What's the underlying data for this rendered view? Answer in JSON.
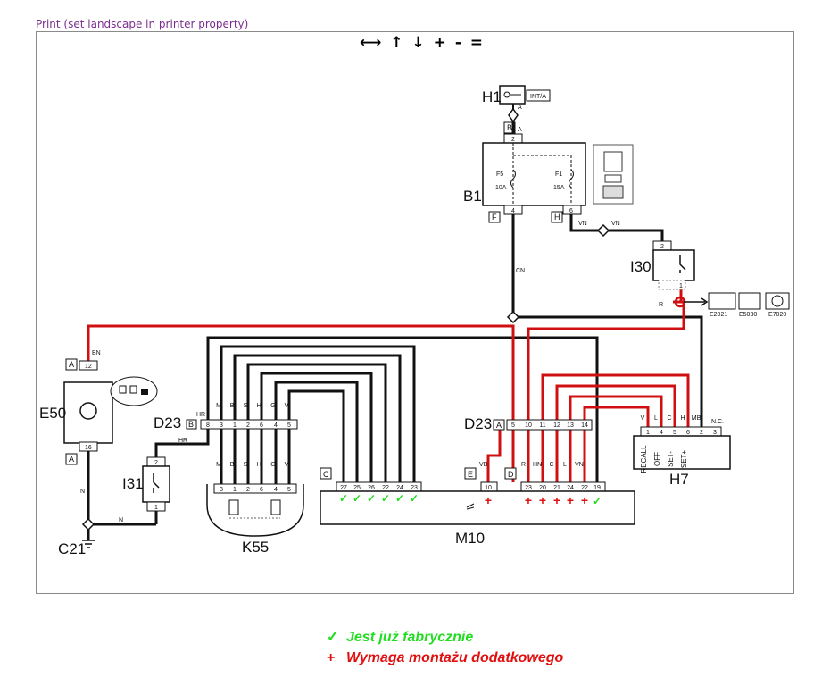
{
  "print_link": "Print (set landscape in printer property)",
  "nav": {
    "left_right": "⟷",
    "up": "↑",
    "down": "↓",
    "plus": "+",
    "minus": "-",
    "equals": "="
  },
  "components": {
    "h1": "H1",
    "h1_tag": "INT/A",
    "b1": "B1",
    "i30": "I30",
    "e50": "E50",
    "i31": "I31",
    "c21": "C21",
    "k55": "K55",
    "m10": "M10",
    "h7": "H7",
    "d23_left": "D23",
    "d23_right": "D23",
    "e2021": "E2021",
    "e5030": "E5030",
    "e7020": "E7020"
  },
  "fuses": {
    "f5_name": "F5",
    "f5_rating": "10A",
    "f1_name": "F1",
    "f1_rating": "15A"
  },
  "connector_letters": {
    "b": "B",
    "f": "F",
    "h": "H",
    "a_top": "A",
    "a_bottom": "A",
    "d23_left_b": "B",
    "d23_right_a": "A",
    "c": "C",
    "e": "E",
    "d": "D"
  },
  "wire_labels": {
    "a1": "A",
    "a2": "A",
    "vn1": "VN",
    "vn2": "VN",
    "cn": "CN",
    "r_i30": "R",
    "bn": "BN",
    "n1": "N",
    "n2": "N",
    "hr": "HR",
    "hr2": "HR",
    "nc": "N.C.",
    "vb": "VB",
    "r_m10": "R"
  },
  "pins": {
    "h1_2": "2",
    "b1_4": "4",
    "b1_6": "6",
    "i30_2": "2",
    "i30_1": "1",
    "e50_12": "12",
    "e50_16": "16",
    "i31_2": "2",
    "i31_1": "1"
  },
  "d23_left_pins": [
    "8",
    "3",
    "1",
    "2",
    "6",
    "4",
    "5"
  ],
  "d23_left_wires": [
    "HR",
    "M",
    "B",
    "S",
    "H",
    "G",
    "V"
  ],
  "k55_pins": [
    "3",
    "1",
    "2",
    "6",
    "4",
    "5"
  ],
  "k55_wires": [
    "M",
    "B",
    "S",
    "H",
    "G",
    "V"
  ],
  "m10_c_pins": [
    "27",
    "25",
    "26",
    "22",
    "24",
    "23"
  ],
  "m10_e_pin": "10",
  "m10_d_pins": [
    "23",
    "20",
    "21",
    "24",
    "22",
    "19"
  ],
  "m10_d_wires": [
    "HN",
    "C",
    "L",
    "VN"
  ],
  "d23_right_pins": [
    "5",
    "10",
    "11",
    "12",
    "13",
    "14"
  ],
  "h7_pins": [
    "1",
    "4",
    "5",
    "6",
    "2",
    "3"
  ],
  "h7_wires": [
    "V",
    "L",
    "C",
    "H",
    "MB"
  ],
  "h7_funcs": [
    "RECALL",
    "OFF",
    "SET-",
    "SET+"
  ],
  "marks": {
    "check": "✓",
    "plus": "+"
  },
  "legend": {
    "ok_symbol": "✓",
    "ok_text": "Jest już fabrycznie",
    "add_symbol": "+",
    "add_text": "Wymaga montażu dodatkowego"
  },
  "colors": {
    "wire_black": "#111111",
    "wire_red": "#d01010",
    "ok_green": "#22dd22",
    "add_red": "#e01010",
    "link": "#7b2e8f"
  }
}
